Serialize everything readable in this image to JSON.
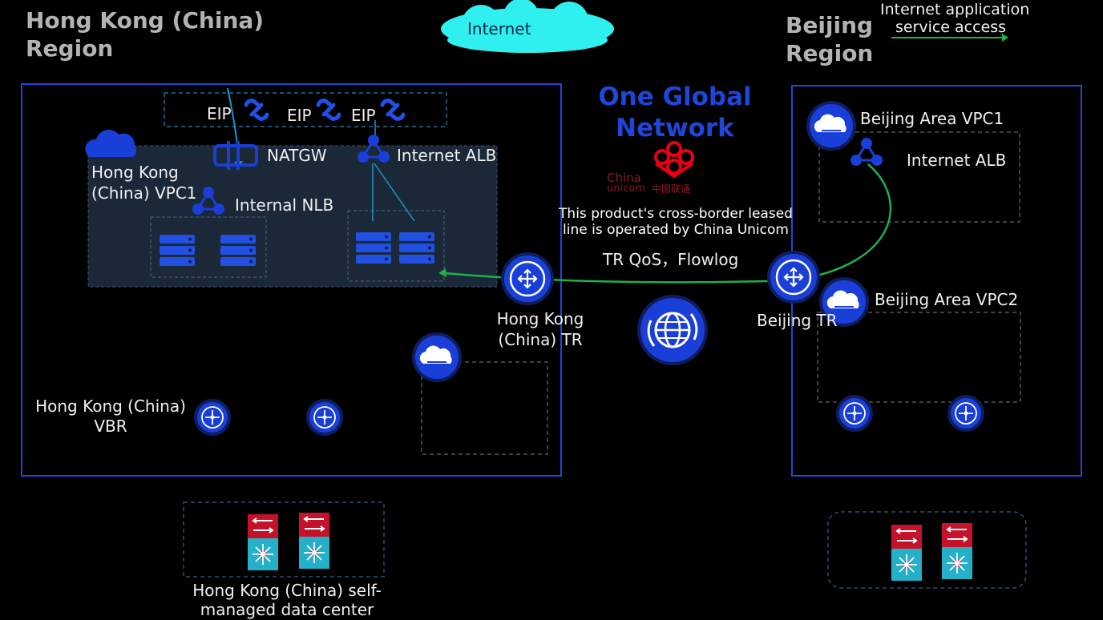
{
  "hk_region": {
    "line1": "Hong Kong (China)",
    "line2": "Region"
  },
  "bj_region": {
    "line1": "Beijing",
    "line2": "Region"
  },
  "internet": "Internet",
  "legend": {
    "line1": "Internet application",
    "line2": "service access"
  },
  "eips": [
    "EIP",
    "EIP",
    "EIP"
  ],
  "natgw": "NATGW",
  "hk_alb": "Internet ALB",
  "hk_vpc1": {
    "line1": "Hong Kong",
    "line2": "(China) VPC1"
  },
  "internal_nlb": "Internal NLB",
  "ogn": {
    "line1": "One Global",
    "line2": "Network"
  },
  "unicom": {
    "en_line1": "China",
    "en_line2": "unicom",
    "cn": "中国联通"
  },
  "note": {
    "line1": "This product's cross-border leased",
    "line2": "line is operated by China Unicom"
  },
  "tr_features": "TR QoS，Flowlog",
  "hk_tr": {
    "line1": "Hong Kong",
    "line2": "(China) TR"
  },
  "bj_tr": "Beijing TR",
  "bj_vpc1": "Beijing Area VPC1",
  "bj_alb": "Internet ALB",
  "bj_vpc2": "Beijing Area VPC2",
  "hk_vbr": {
    "line1": "Hong Kong (China)",
    "line2": "VBR"
  },
  "hk_idc": {
    "line1": "Hong Kong (China) self-",
    "line2": "managed data center"
  },
  "colors": {
    "frame": "#2346d8",
    "icon": "#1a3fd9",
    "green": "#1fb04a",
    "cyan_link": "#1a96d0",
    "cloud": "#2ff0ee",
    "unicom_red": "#e60012",
    "ogn_blue": "#1f46d8"
  }
}
